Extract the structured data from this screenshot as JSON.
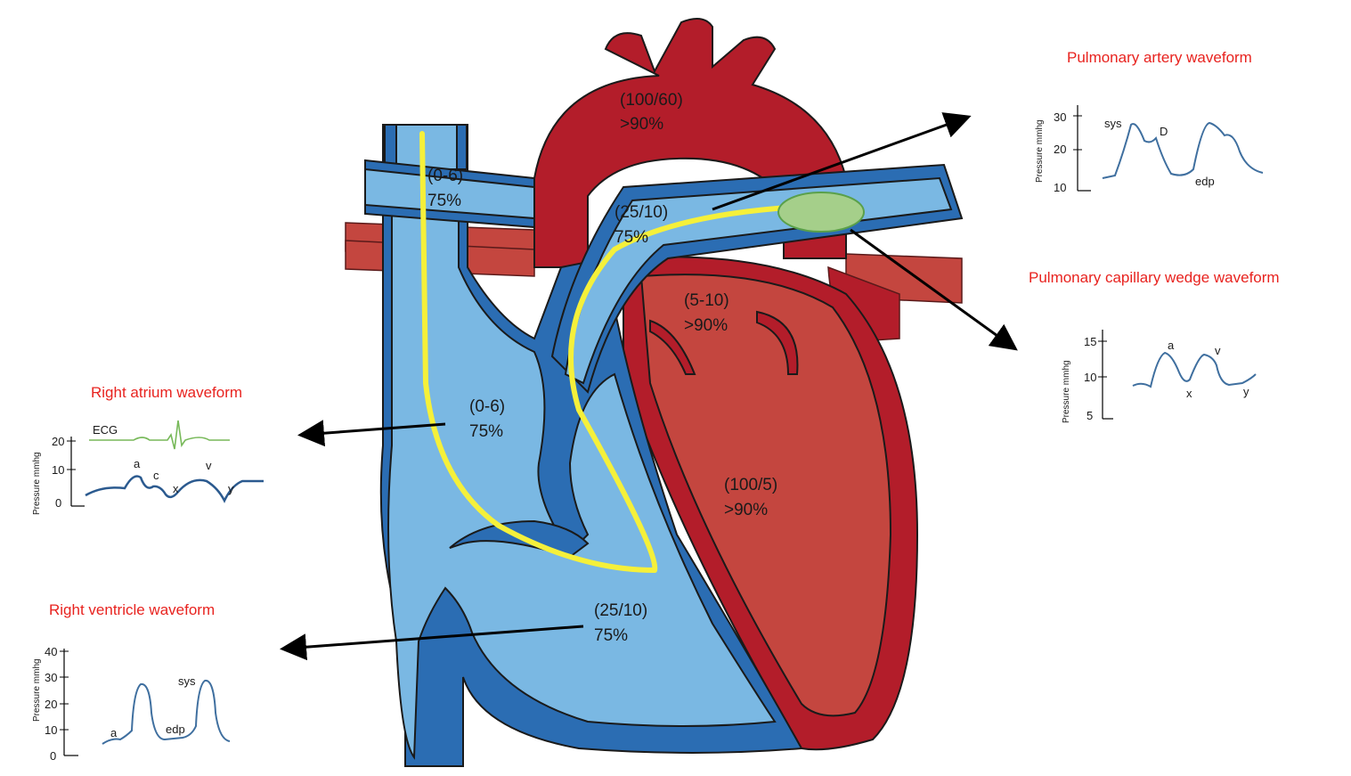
{
  "colors": {
    "oxygenated": "#b31d2a",
    "oxygenated_light": "#c4463f",
    "deoxygenated": "#7ab8e3",
    "deoxygenated_dark": "#2b6db3",
    "catheter": "#f5f03a",
    "balloon": "#a5cf8a",
    "title_red": "#e8231f",
    "wave_blue": "#3f6f9f",
    "ecg_green": "#78b95a"
  },
  "regions": {
    "aorta": {
      "pressure": "(100/60)",
      "saturation": ">90%"
    },
    "svc": {
      "pressure": "(0-6)",
      "saturation": "75%"
    },
    "pulmonary_artery": {
      "pressure": "(25/10)",
      "saturation": "75%"
    },
    "left_atrium": {
      "pressure": "(5-10)",
      "saturation": ">90%"
    },
    "right_atrium": {
      "pressure": "(0-6)",
      "saturation": "75%"
    },
    "left_ventricle": {
      "pressure": "(100/5)",
      "saturation": ">90%"
    },
    "right_ventricle": {
      "pressure": "(25/10)",
      "saturation": "75%"
    }
  },
  "waveforms": {
    "pulmonary_artery": {
      "title": "Pulmonary artery waveform",
      "axis_title": "Pressure mmhg",
      "ticks": [
        "30",
        "20",
        "10"
      ],
      "labels": {
        "sys": "sys",
        "d": "D",
        "edp": "edp"
      }
    },
    "pcwp": {
      "title": "Pulmonary capillary wedge  waveform",
      "axis_title": "Pressure mmhg",
      "ticks": [
        "15",
        "10",
        "5"
      ],
      "labels": {
        "a": "a",
        "v": "v",
        "x": "x",
        "y": "y"
      }
    },
    "right_atrium": {
      "title": "Right atrium waveform",
      "axis_title": "Pressure mmhg",
      "ecg_label": "ECG",
      "ticks": [
        "20",
        "10",
        "0"
      ],
      "labels": {
        "a": "a",
        "c": "c",
        "x": "x",
        "v": "v",
        "y": "y"
      }
    },
    "right_ventricle": {
      "title": "Right ventricle waveform",
      "axis_title": "Pressure mmhg",
      "ticks": [
        "40",
        "30",
        "20",
        "10",
        "0"
      ],
      "labels": {
        "sys": "sys",
        "a": "a",
        "edp": "edp"
      }
    }
  }
}
